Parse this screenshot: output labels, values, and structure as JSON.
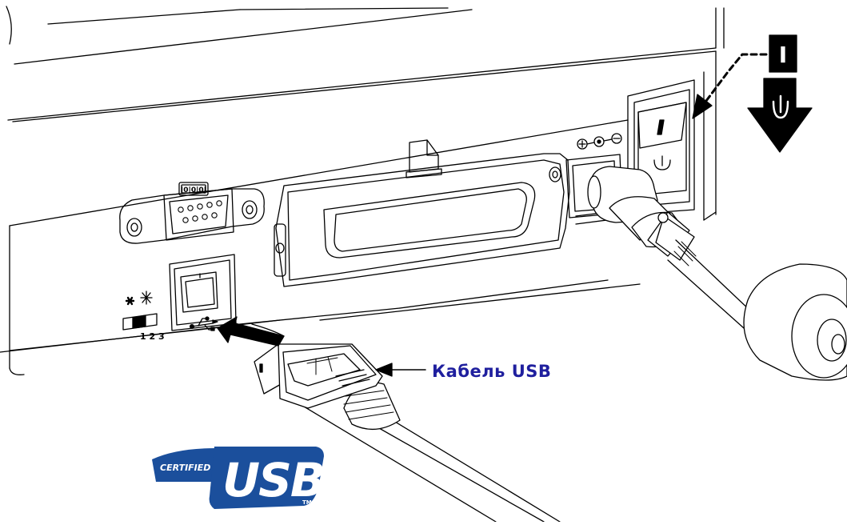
{
  "labels": {
    "usb_cable": "Кабель USB",
    "power_on_symbol": "I",
    "dip_switch_numbers": "1 2 3",
    "serial_port_marking": "|0|0|0|"
  },
  "logo": {
    "certified": "CERTIFIED",
    "usb": "USB",
    "tm": "TM"
  },
  "colors": {
    "line": "#000000",
    "label_blue": "#1f1f9e",
    "logo_blue": "#1b4f9c",
    "arrow_fill": "#000000"
  }
}
